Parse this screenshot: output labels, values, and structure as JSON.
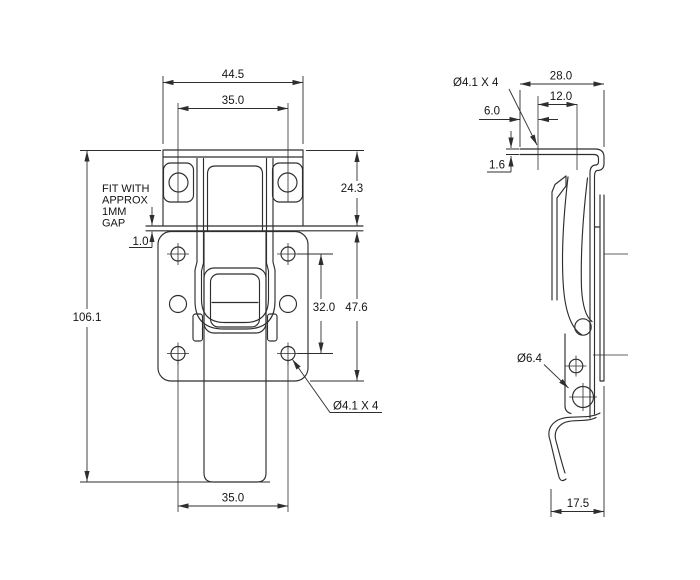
{
  "drawing": {
    "title": "toggle-latch-technical-drawing",
    "background_color": "#ffffff",
    "line_color": "#2e2e2e",
    "text_color": "#141414",
    "front_view": {
      "dim_overall_width": "44.5",
      "dim_hole_spacing_top": "35.0",
      "dim_bracket_height": "24.3",
      "note_lines": [
        "FIT WITH",
        "APPROX",
        "1MM",
        "GAP"
      ],
      "dim_gap": "1.0",
      "dim_overall_height": "106.1",
      "dim_hole_spacing_vertical": "32.0",
      "dim_base_height": "47.6",
      "callout_mounting_holes": "Ø4.1 X 4",
      "dim_hole_spacing_bottom": "35.0"
    },
    "side_view": {
      "callout_flange_holes": "Ø4.1 X 4",
      "dim_overall_depth": "28.0",
      "dim_hole_spacing": "12.0",
      "dim_hole_edge_offset": "6.0",
      "dim_material_thickness": "1.6",
      "callout_hook_hole": "Ø6.4",
      "dim_base_depth": "17.5"
    }
  }
}
